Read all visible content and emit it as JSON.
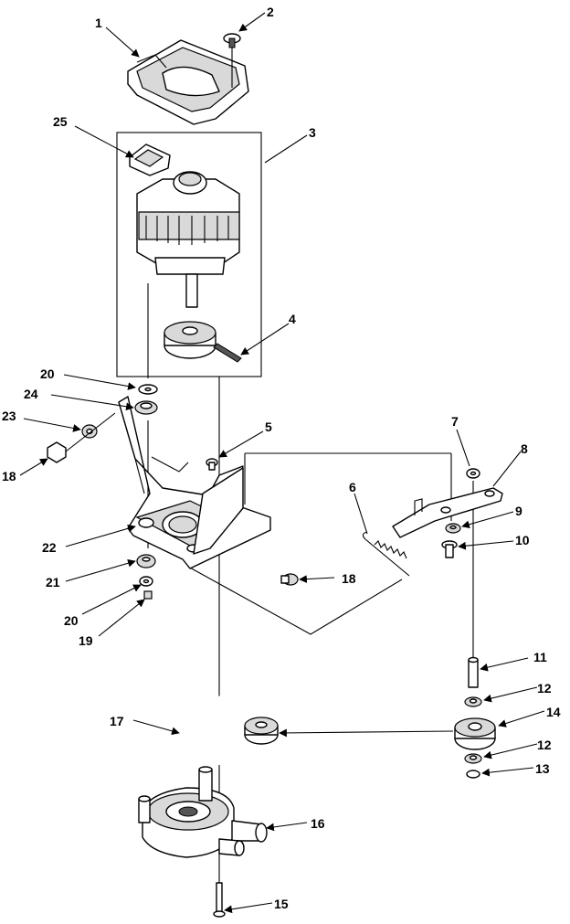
{
  "callouts": {
    "c1": "1",
    "c2": "2",
    "c3": "3",
    "c4": "4",
    "c5": "5",
    "c6": "6",
    "c7": "7",
    "c8": "8",
    "c9": "9",
    "c10": "10",
    "c11": "11",
    "c12a": "12",
    "c12b": "12",
    "c13": "13",
    "c14": "14",
    "c15": "15",
    "c16": "16",
    "c17": "17",
    "c18a": "18",
    "c18b": "18",
    "c19": "19",
    "c20a": "20",
    "c20b": "20",
    "c21": "21",
    "c22": "22",
    "c23": "23",
    "c24": "24",
    "c25": "25"
  }
}
